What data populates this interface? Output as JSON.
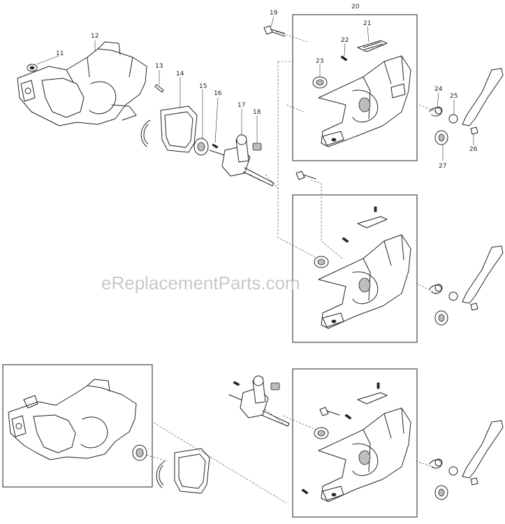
{
  "watermark": "eReplacementParts.com",
  "callouts": [
    "11",
    "12",
    "13",
    "14",
    "15",
    "16",
    "17",
    "18",
    "19",
    "20",
    "21",
    "22",
    "23",
    "24",
    "25",
    "26",
    "27"
  ],
  "colors": {
    "ink": "#222222",
    "background": "#ffffff",
    "watermark": "#c9c9c9"
  }
}
